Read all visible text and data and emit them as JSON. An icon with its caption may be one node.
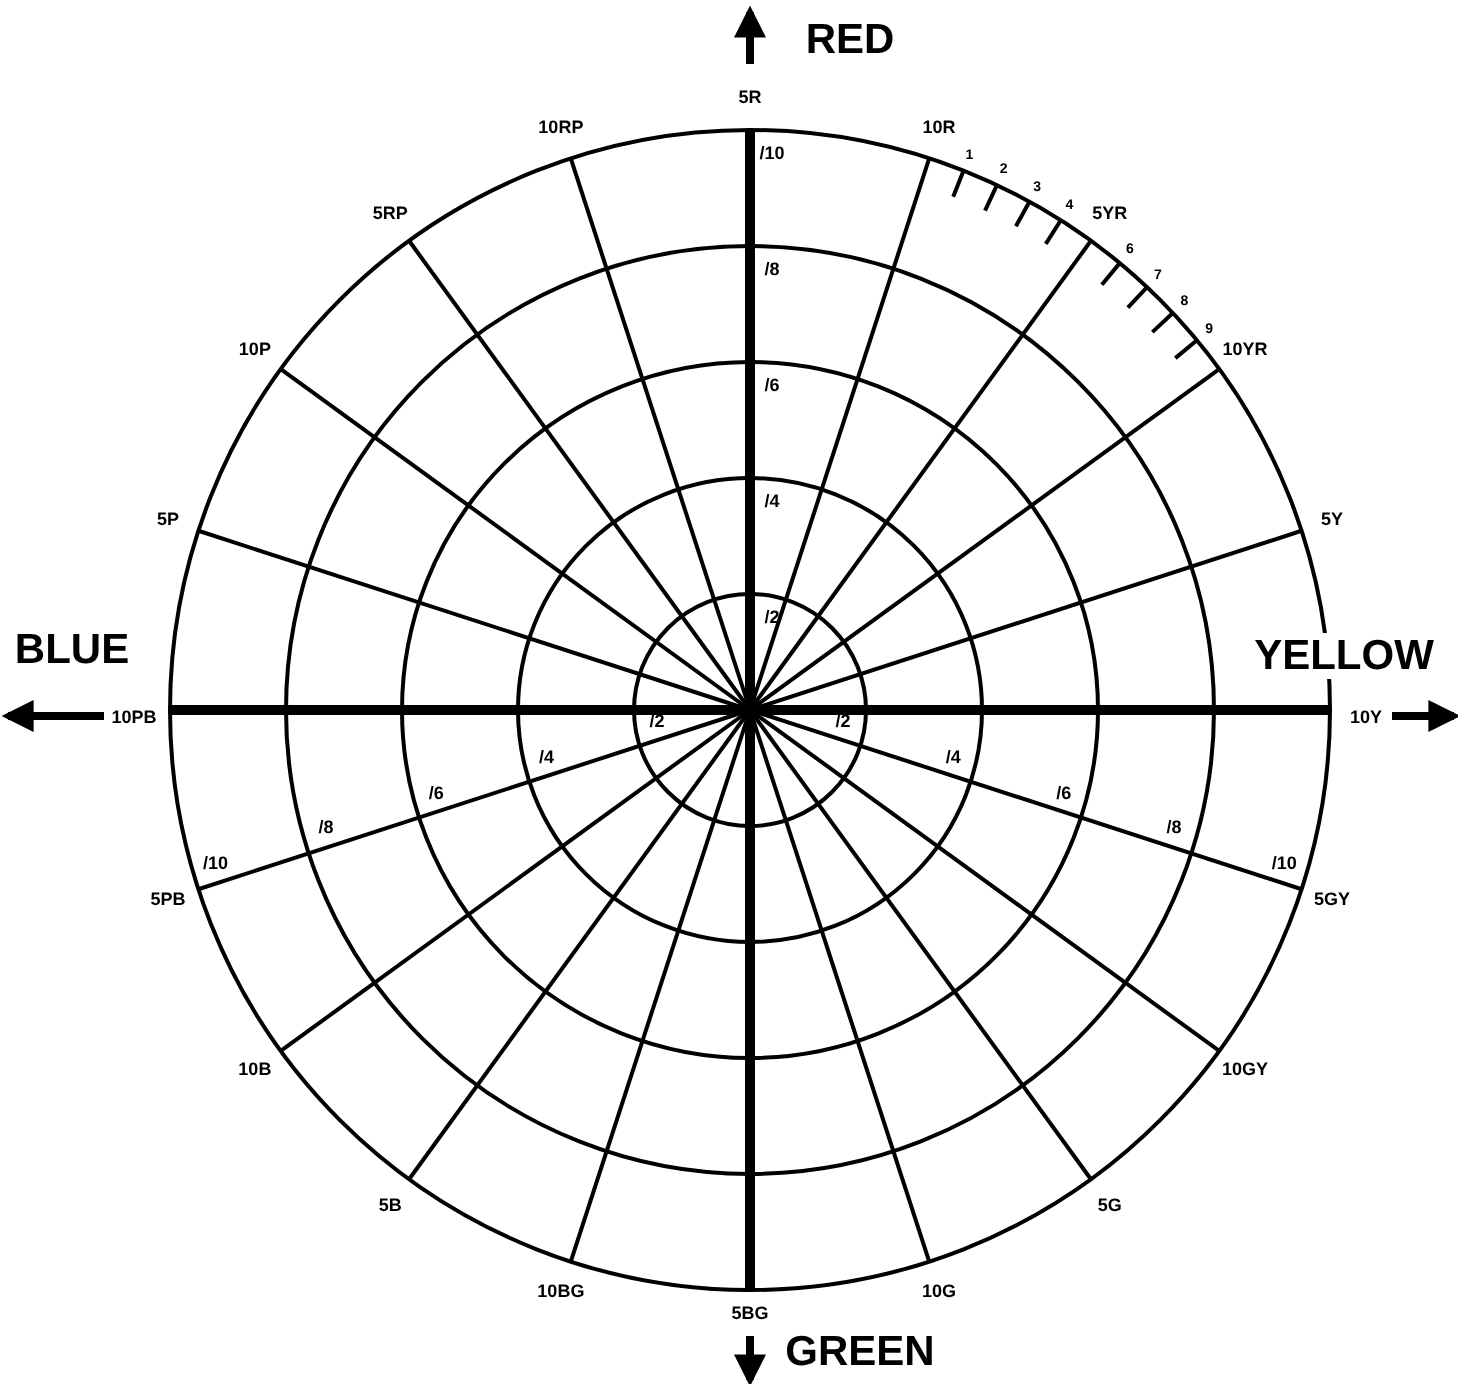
{
  "diagram": {
    "labels": [
      "5R",
      "10R",
      "5YR",
      "10YR",
      "5Y",
      "10Y",
      "5GY",
      "10GY",
      "5G",
      "10G",
      "5BG",
      "10BG",
      "5B",
      "10B",
      "5PB",
      "10PB",
      "5P",
      "10P",
      "5RP",
      "10RP",
      "1",
      "2",
      "3",
      "4",
      "6",
      "7",
      "8",
      "9",
      "/2",
      "/4",
      "/6",
      "/8",
      "/10",
      "/2",
      "/4",
      "/6",
      "/8",
      "/10",
      "/2",
      "/4",
      "/6",
      "/8",
      "/10",
      "RED",
      "YELLOW",
      "GREEN",
      "BLUE"
    ]
  }
}
